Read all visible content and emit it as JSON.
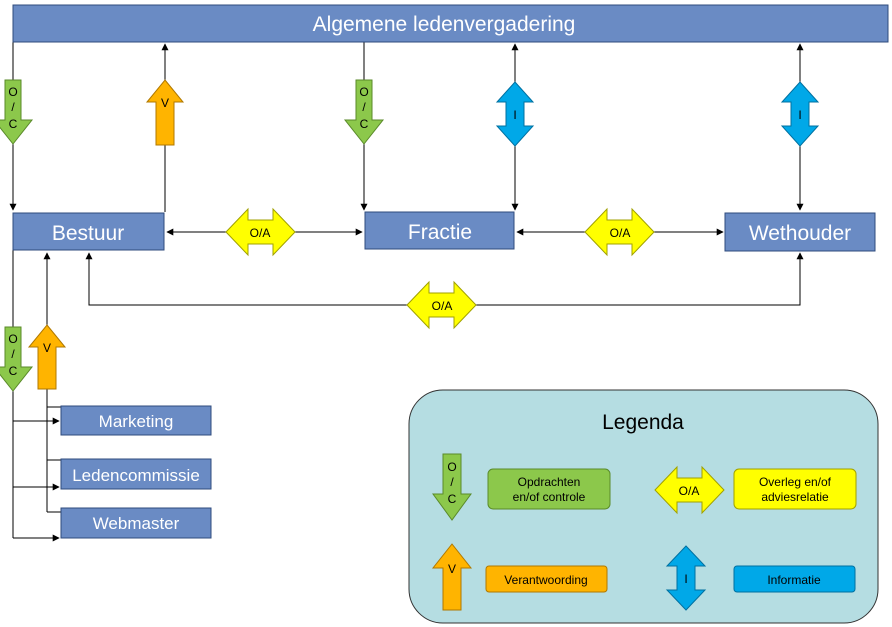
{
  "boxes": {
    "alv": "Algemene ledenvergadering",
    "bestuur": "Bestuur",
    "fractie": "Fractie",
    "wethouder": "Wethouder",
    "marketing": "Marketing",
    "ledencommissie": "Ledencommissie",
    "webmaster": "Webmaster"
  },
  "arrow_labels": {
    "oc_top": "O",
    "oc_bottom": "C",
    "slash": "/",
    "v": "V",
    "i": "I",
    "oa": "O/A"
  },
  "legend": {
    "title": "Legenda",
    "opdrachten_line1": "Opdrachten",
    "opdrachten_line2": "en/of controle",
    "overleg_line1": "Overleg en/of",
    "overleg_line2": "adviesrelatie",
    "verantwoording": "Verantwoording",
    "informatie": "Informatie"
  },
  "colors": {
    "box_blue": "#6a8bc4",
    "green": "#8cc84b",
    "orange": "#ffb400",
    "yellow": "#ffff00",
    "cyan": "#00a8e8",
    "legend_bg": "#b5dde2"
  }
}
